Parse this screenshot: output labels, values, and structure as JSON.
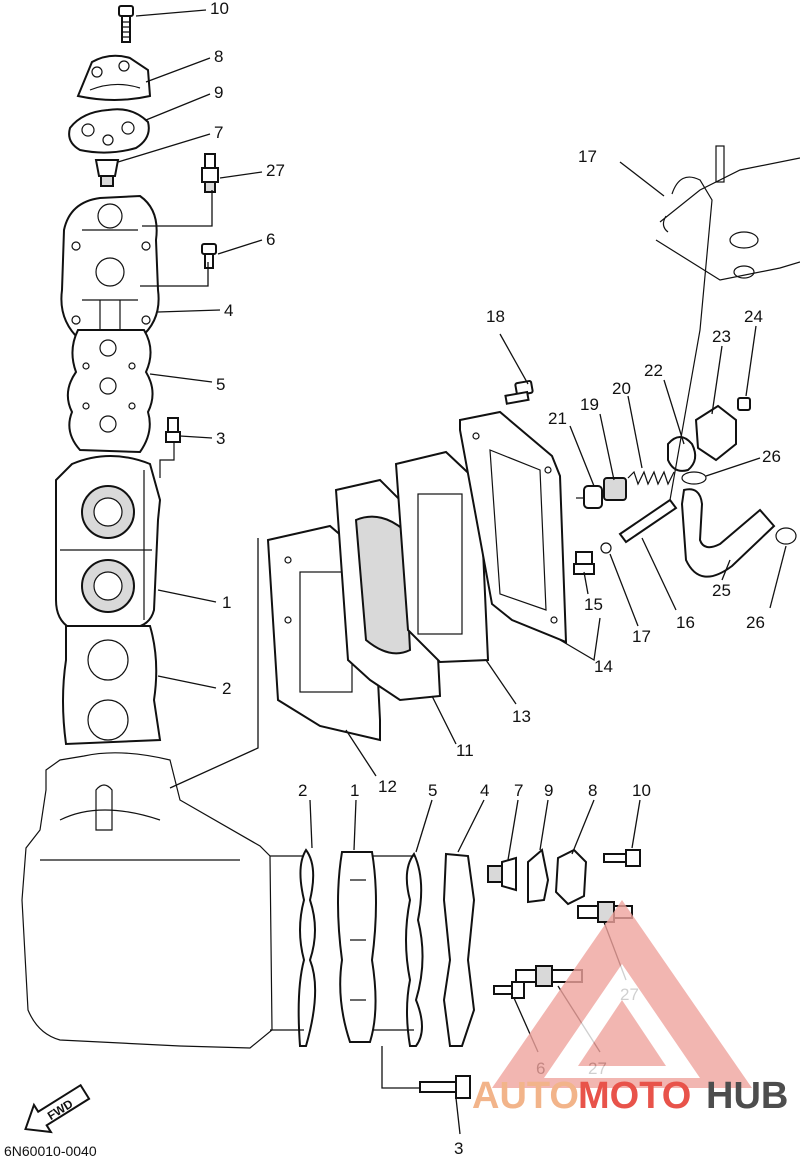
{
  "diagram": {
    "code": "6N60010-0040",
    "fwd_label": "FWD",
    "colors": {
      "line": "#111111",
      "watermark_red": "#e8534a",
      "watermark_gray": "#4d4d4d",
      "watermark_orange": "#f2b48a"
    }
  },
  "callouts": {
    "n1a": "1",
    "n1b": "1",
    "n2a": "2",
    "n2b": "2",
    "n3a": "3",
    "n3b": "3",
    "n4a": "4",
    "n4b": "4",
    "n5a": "5",
    "n5b": "5",
    "n6a": "6",
    "n6b": "6",
    "n7a": "7",
    "n7b": "7",
    "n8a": "8",
    "n8b": "8",
    "n9a": "9",
    "n9b": "9",
    "n10a": "10",
    "n10b": "10",
    "n11": "11",
    "n12": "12",
    "n13": "13",
    "n14": "14",
    "n15": "15",
    "n16": "16",
    "n17a": "17",
    "n17b": "17",
    "n18": "18",
    "n19": "19",
    "n20": "20",
    "n21": "21",
    "n22": "22",
    "n23": "23",
    "n24": "24",
    "n25": "25",
    "n26a": "26",
    "n26b": "26",
    "n27a": "27",
    "n27b": "27",
    "n27c": "27"
  },
  "watermark": {
    "part1": "AUTO",
    "part2": "MOTO",
    "part3": "HUB"
  }
}
